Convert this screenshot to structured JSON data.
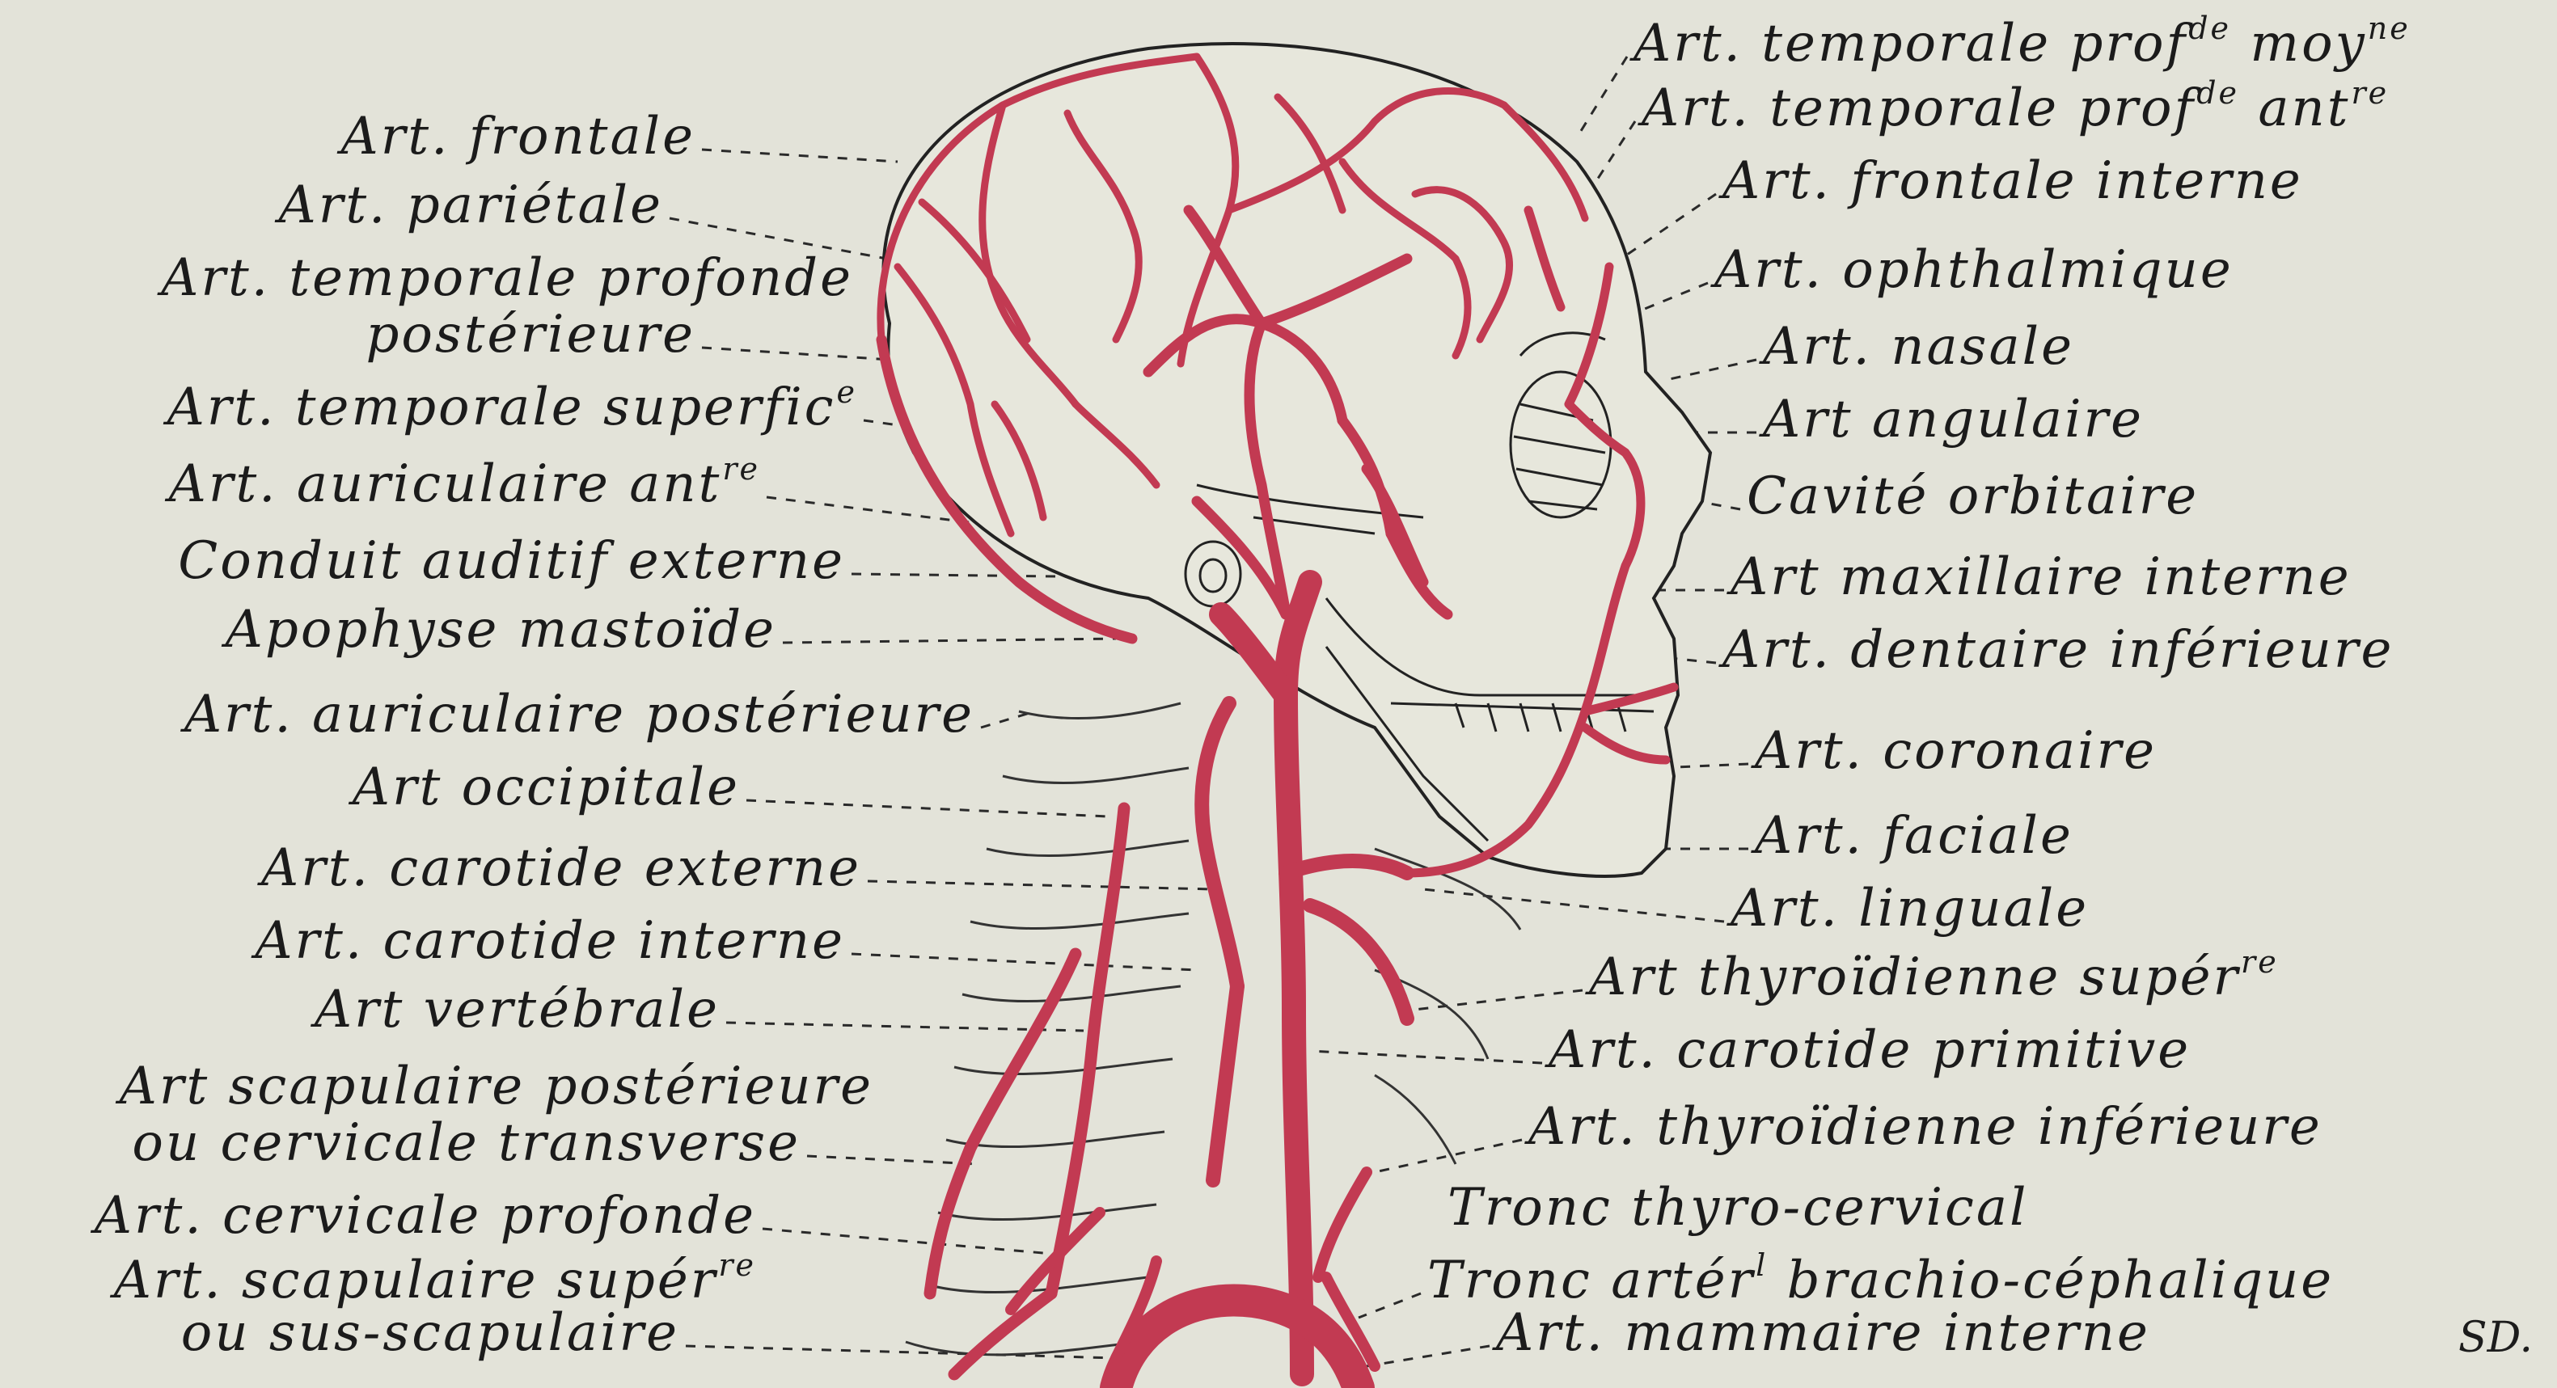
{
  "colors": {
    "background": "#e3e3d9",
    "artery": "#c23a52",
    "ink": "#1b1b1b"
  },
  "left_labels": [
    {
      "text": "Art. frontale",
      "sup": ""
    },
    {
      "text": "Art. pariétale",
      "sup": ""
    },
    {
      "text": "Art. temporale profonde",
      "sup": ""
    },
    {
      "text": "postérieure",
      "sup": ""
    },
    {
      "text": "Art. temporale superfic",
      "sup": "e"
    },
    {
      "text": "Art. auriculaire ant",
      "sup": "re"
    },
    {
      "text": "Conduit auditif externe",
      "sup": ""
    },
    {
      "text": "Apophyse mastoïde",
      "sup": ""
    },
    {
      "text": "Art. auriculaire postérieure",
      "sup": ""
    },
    {
      "text": "Art occipitale",
      "sup": ""
    },
    {
      "text": "Art. carotide externe",
      "sup": ""
    },
    {
      "text": "Art. carotide interne",
      "sup": ""
    },
    {
      "text": "Art vertébrale",
      "sup": ""
    },
    {
      "text": "Art scapulaire postérieure",
      "sup": ""
    },
    {
      "text": "ou cervicale transverse",
      "sup": ""
    },
    {
      "text": "Art. cervicale profonde",
      "sup": ""
    },
    {
      "text": "Art. scapulaire supér",
      "sup": "re"
    },
    {
      "text": "ou sus-scapulaire",
      "sup": ""
    }
  ],
  "right_labels": [
    {
      "text": "Art. temporale prof",
      "sup": "de",
      "text2": " moy",
      "sup2": "ne"
    },
    {
      "text": "Art. temporale prof",
      "sup": "de",
      "text2": " ant",
      "sup2": "re"
    },
    {
      "text": "Art. frontale interne",
      "sup": ""
    },
    {
      "text": "Art. ophthalmique",
      "sup": ""
    },
    {
      "text": "Art. nasale",
      "sup": ""
    },
    {
      "text": "Art angulaire",
      "sup": ""
    },
    {
      "text": "Cavité orbitaire",
      "sup": ""
    },
    {
      "text": "Art maxillaire interne",
      "sup": ""
    },
    {
      "text": "Art. dentaire inférieure",
      "sup": ""
    },
    {
      "text": "Art. coronaire",
      "sup": ""
    },
    {
      "text": "Art. faciale",
      "sup": ""
    },
    {
      "text": "Art. linguale",
      "sup": ""
    },
    {
      "text": "Art thyroïdienne supér",
      "sup": "re"
    },
    {
      "text": "Art. carotide primitive",
      "sup": ""
    },
    {
      "text": "Art. thyroïdienne inférieure",
      "sup": ""
    },
    {
      "text": "Tronc thyro-cervical",
      "sup": ""
    },
    {
      "text": "Tronc artér",
      "sup": "l",
      "text2": " brachio-céphalique",
      "sup2": ""
    },
    {
      "text": "Art. mammaire interne",
      "sup": ""
    }
  ],
  "signature": "SD."
}
